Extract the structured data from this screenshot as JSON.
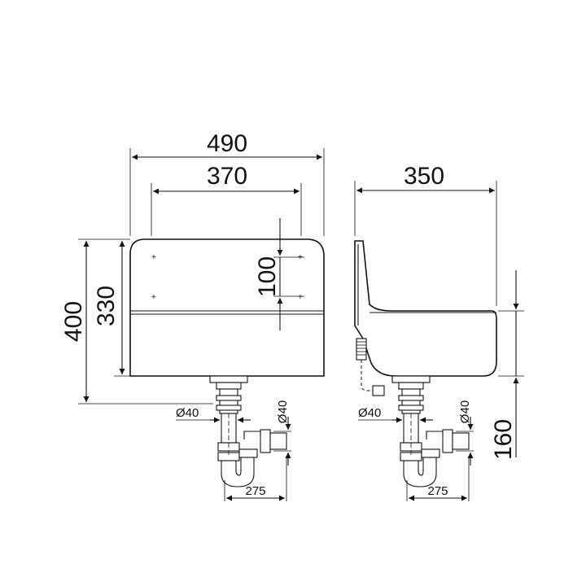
{
  "front_view": {
    "width_overall": "490",
    "width_inner": "370",
    "height_overall": "400",
    "height_bowl": "330",
    "bracket_spacing": "100",
    "pipe_diameter_horizontal": "Ø40",
    "pipe_diameter_vertical": "Ø40",
    "trap_projection": "275"
  },
  "side_view": {
    "depth": "350",
    "outlet_height": "160",
    "pipe_diameter_horizontal": "Ø40",
    "pipe_diameter_vertical": "Ø40",
    "trap_projection": "275"
  }
}
